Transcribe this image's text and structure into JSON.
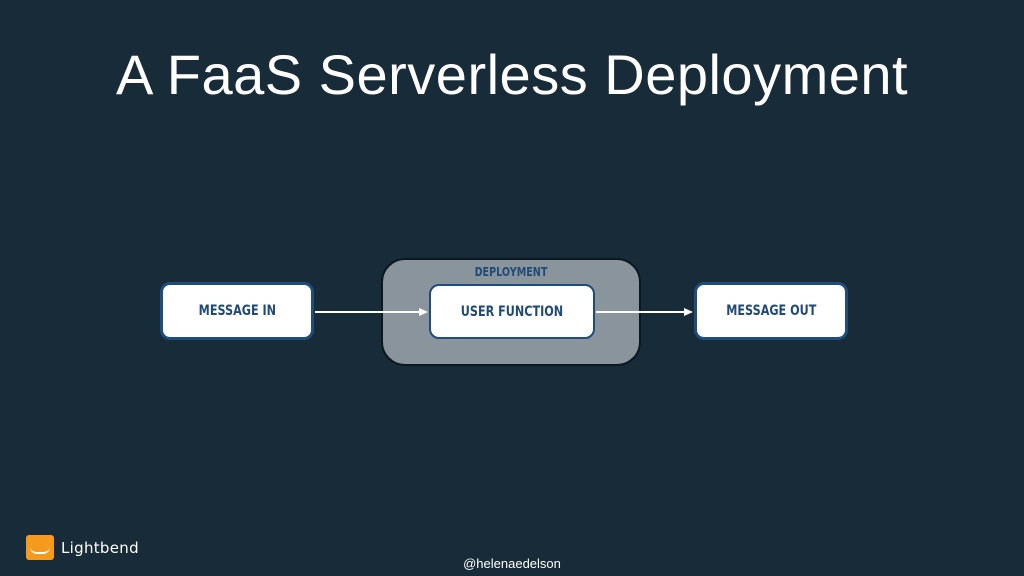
{
  "title": "A FaaS Serverless Deployment",
  "diagram": {
    "group_label": "Deployment",
    "nodes": {
      "message_in": "Message In",
      "user_function": "User Function",
      "message_out": "Message Out"
    }
  },
  "footer": {
    "logo_text": "Lightbend",
    "handle": "@helenaedelson"
  },
  "colors": {
    "background": "#172b38",
    "node_border": "#1e4d7b",
    "node_text": "#1f4a78",
    "group_fill": "#8a949c",
    "logo_orange": "#f59a1a"
  }
}
